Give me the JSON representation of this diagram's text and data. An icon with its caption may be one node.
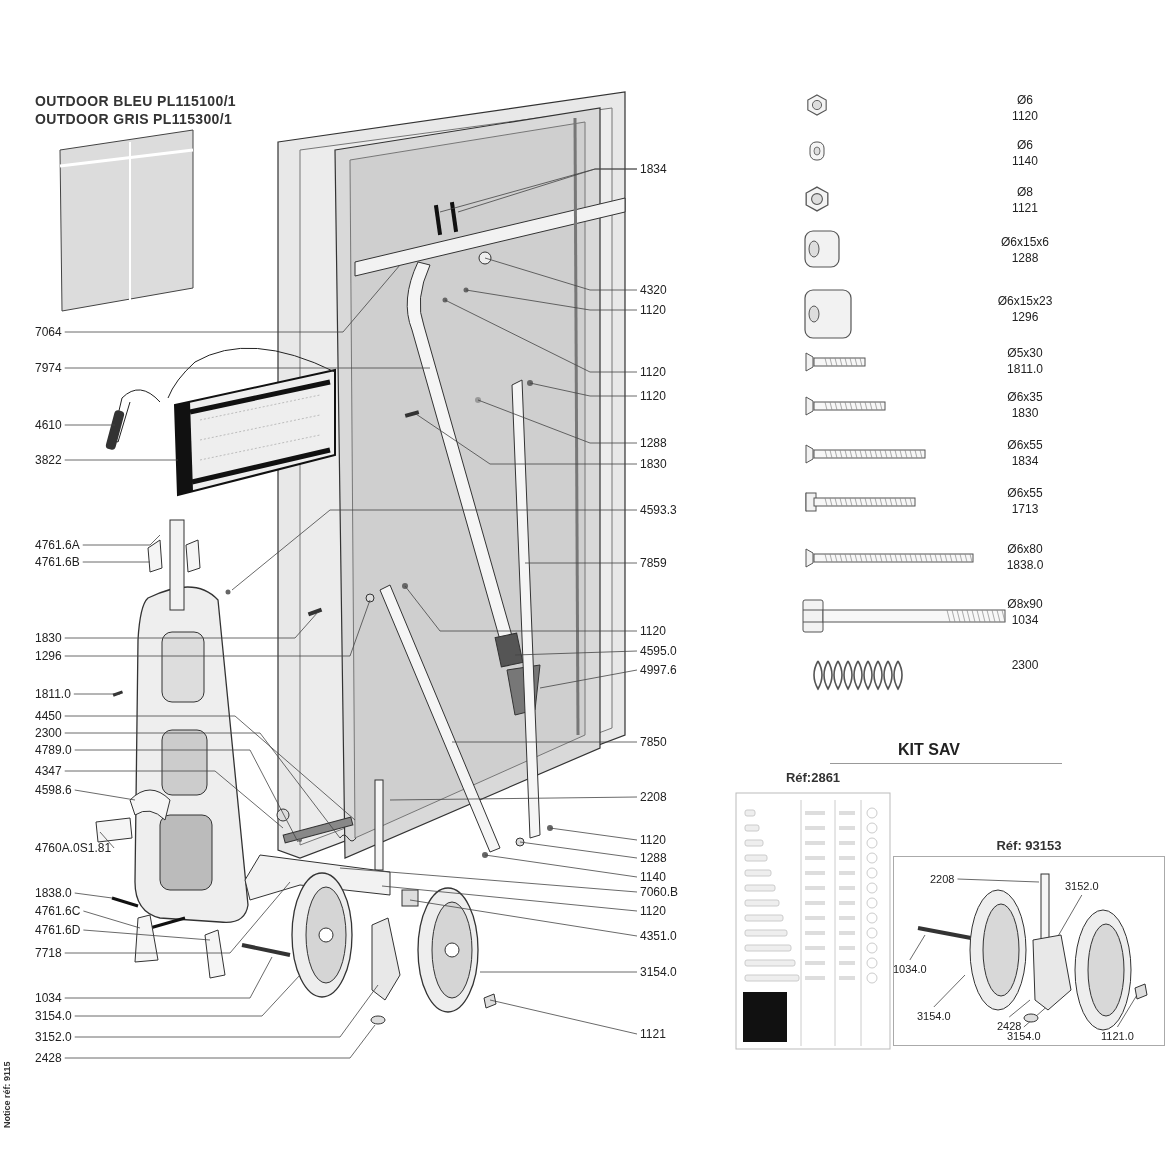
{
  "diagram": {
    "nodes": [
      {
        "text": [
          "7064"
        ]
      },
      {
        "text": [
          "7974"
        ]
      },
      {
        "text": [
          "4610"
        ]
      },
      {
        "text": [
          "3822"
        ]
      },
      {
        "text": [
          "4761.6A"
        ]
      },
      {
        "text": [
          "4761.6B"
        ]
      },
      {
        "text": [
          "1830"
        ]
      },
      {
        "text": [
          "1296"
        ]
      },
      {
        "text": [
          "1811.0"
        ]
      },
      {
        "text": [
          "4450"
        ]
      },
      {
        "text": [
          "2300"
        ]
      },
      {
        "text": [
          "4789.0"
        ]
      },
      {
        "text": [
          "4347"
        ]
      },
      {
        "text": [
          "4598.6"
        ]
      },
      {
        "text": [
          "4760A.0S1.81"
        ]
      },
      {
        "text": [
          "1838.0"
        ]
      },
      {
        "text": [
          "4761.6C"
        ]
      },
      {
        "text": [
          "4761.6D"
        ]
      },
      {
        "text": [
          "7718"
        ]
      },
      {
        "text": [
          "1034"
        ]
      },
      {
        "text": [
          "3154.0"
        ]
      },
      {
        "text": [
          "3152.0"
        ]
      },
      {
        "text": [
          "2428"
        ]
      },
      {
        "text": [
          "1834"
        ]
      },
      {
        "text": [
          "4320"
        ]
      },
      {
        "text": [
          "1120"
        ]
      },
      {
        "text": [
          "1120"
        ]
      },
      {
        "text": [
          "1120"
        ]
      },
      {
        "text": [
          "1288"
        ]
      },
      {
        "text": [
          "1830"
        ]
      },
      {
        "text": [
          "4593.3"
        ]
      },
      {
        "text": [
          "7859"
        ]
      },
      {
        "text": [
          "1120"
        ]
      },
      {
        "text": [
          "4595.0"
        ]
      },
      {
        "text": [
          "4997.6"
        ]
      },
      {
        "text": [
          "7850"
        ]
      },
      {
        "text": [
          "2208"
        ]
      },
      {
        "text": [
          "1120"
        ]
      },
      {
        "text": [
          "1288"
        ]
      },
      {
        "text": [
          "1140"
        ]
      },
      {
        "text": [
          "7060.B"
        ]
      },
      {
        "text": [
          "1120"
        ]
      },
      {
        "text": [
          "4351.0"
        ]
      },
      {
        "text": [
          "3154.0"
        ]
      },
      {
        "text": [
          "1121"
        ]
      },
      {
        "text": [
          "Réf:2861"
        ]
      },
      {
        "text": [
          "Réf: 93153"
        ]
      },
      {
        "text": [
          "2208"
        ],
        "in": 46
      },
      {
        "text": [
          "3152.0"
        ],
        "in": 46
      },
      {
        "text": [
          "1034.0"
        ],
        "in": 46
      },
      {
        "text": [
          "3154.0"
        ],
        "in": 46
      },
      {
        "text": [
          "2428"
        ],
        "in": 46
      },
      {
        "text": [
          "3154.0"
        ],
        "in": 46
      },
      {
        "text": [
          "1121.0"
        ],
        "in": 46
      }
    ],
    "edges": [
      {
        "from": 0,
        "to": null,
        "arrow": "none"
      },
      {
        "from": 1,
        "to": null,
        "arrow": "none"
      },
      {
        "from": 2,
        "to": null,
        "arrow": "none"
      },
      {
        "from": 3,
        "to": null,
        "arrow": "none"
      },
      {
        "from": 4,
        "to": null,
        "arrow": "none"
      },
      {
        "from": 5,
        "to": null,
        "arrow": "none"
      },
      {
        "from": 6,
        "to": null,
        "arrow": "none"
      },
      {
        "from": 7,
        "to": null,
        "arrow": "none"
      },
      {
        "from": 8,
        "to": null,
        "arrow": "none"
      },
      {
        "from": 9,
        "to": null,
        "arrow": "none"
      },
      {
        "from": 10,
        "to": null,
        "arrow": "none"
      },
      {
        "from": 11,
        "to": null,
        "arrow": "none"
      },
      {
        "from": 12,
        "to": null,
        "arrow": "none"
      },
      {
        "from": 13,
        "to": null,
        "arrow": "none"
      },
      {
        "from": 14,
        "to": null,
        "arrow": "none"
      },
      {
        "from": 15,
        "to": null,
        "arrow": "none"
      },
      {
        "from": 16,
        "to": null,
        "arrow": "none"
      },
      {
        "from": 17,
        "to": null,
        "arrow": "none"
      },
      {
        "from": 18,
        "to": null,
        "arrow": "none"
      },
      {
        "from": 19,
        "to": null,
        "arrow": "none"
      },
      {
        "from": 20,
        "to": null,
        "arrow": "none"
      },
      {
        "from": 21,
        "to": null,
        "arrow": "none"
      },
      {
        "from": 22,
        "to": null,
        "arrow": "none"
      },
      {
        "from": 23,
        "to": null,
        "arrow": "none"
      },
      {
        "from": 23,
        "to": null,
        "arrow": "none"
      },
      {
        "from": 24,
        "to": null,
        "arrow": "none"
      },
      {
        "from": 25,
        "to": null,
        "arrow": "none"
      },
      {
        "from": 26,
        "to": null,
        "arrow": "none"
      },
      {
        "from": 27,
        "to": null,
        "arrow": "none"
      },
      {
        "from": 28,
        "to": null,
        "arrow": "none"
      },
      {
        "from": 29,
        "to": null,
        "arrow": "none"
      },
      {
        "from": 30,
        "to": null,
        "arrow": "none"
      },
      {
        "from": 31,
        "to": null,
        "arrow": "none"
      },
      {
        "from": 32,
        "to": null,
        "arrow": "none"
      },
      {
        "from": 33,
        "to": null,
        "arrow": "none"
      },
      {
        "from": 34,
        "to": null,
        "arrow": "none"
      },
      {
        "from": 35,
        "to": null,
        "arrow": "none"
      },
      {
        "from": 36,
        "to": null,
        "arrow": "none"
      },
      {
        "from": 37,
        "to": null,
        "arrow": "none"
      },
      {
        "from": 38,
        "to": null,
        "arrow": "none"
      },
      {
        "from": 39,
        "to": null,
        "arrow": "none"
      },
      {
        "from": 40,
        "to": null,
        "arrow": "none"
      },
      {
        "from": 41,
        "to": null,
        "arrow": "none"
      },
      {
        "from": 42,
        "to": null,
        "arrow": "none"
      },
      {
        "from": 43,
        "to": null,
        "arrow": "none"
      },
      {
        "from": 44,
        "to": null,
        "arrow": "none"
      },
      {
        "from": 47,
        "to": null,
        "arrow": "none"
      },
      {
        "from": 48,
        "to": null,
        "arrow": "none"
      },
      {
        "from": 49,
        "to": null,
        "arrow": "none"
      },
      {
        "from": 50,
        "to": null,
        "arrow": "none"
      },
      {
        "from": 51,
        "to": null,
        "arrow": "none"
      },
      {
        "from": 52,
        "to": null,
        "arrow": "none"
      },
      {
        "from": 53,
        "to": null,
        "arrow": "none"
      }
    ],
    "labels": [
      "OUTDOOR BLEU PL115100/1",
      "OUTDOOR GRIS PL115300/1",
      "Ø6",
      "1120",
      "Ø6",
      "1140",
      "Ø8",
      "1121",
      "Ø6x15x6",
      "1288",
      "Ø6x15x23",
      "1296",
      "Ø5x30",
      "1811.0",
      "Ø6x35",
      "1830",
      "Ø6x55",
      "1834",
      "Ø6x55",
      "1713",
      "Ø6x80",
      "1838.0",
      "Ø8x90",
      "1034",
      "2300",
      "KIT SAV",
      "Notice réf: 9115"
    ]
  }
}
